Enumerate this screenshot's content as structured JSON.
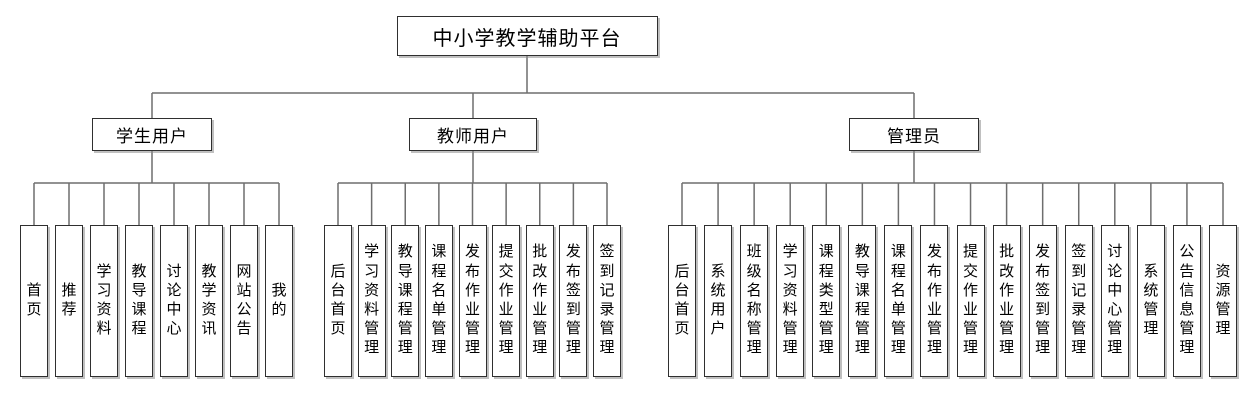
{
  "diagram_title": "中小学教学辅助平台",
  "tree": {
    "root": "中小学教学辅助平台",
    "groups": [
      {
        "label": "学生用户",
        "children": [
          "首页",
          "推荐",
          "学习资料",
          "教导课程",
          "讨论中心",
          "教学资讯",
          "网站公告",
          "我的"
        ]
      },
      {
        "label": "教师用户",
        "children": [
          "后台首页",
          "学习资料管理",
          "教导课程管理",
          "课程名单管理",
          "发布作业管理",
          "提交作业管理",
          "批改作业管理",
          "发布签到管理",
          "签到记录管理"
        ]
      },
      {
        "label": "管理员",
        "children": [
          "后台首页",
          "系统用户",
          "班级名称管理",
          "学习资料管理",
          "课程类型管理",
          "教导课程管理",
          "课程名单管理",
          "发布作业管理",
          "提交作业管理",
          "批改作业管理",
          "发布签到管理",
          "签到记录管理",
          "讨论中心管理",
          "系统管理",
          "公告信息管理",
          "资源管理"
        ]
      }
    ]
  },
  "colors": {
    "background": "#ffffff",
    "box_fill": "#ffffff",
    "box_border": "#2f2f2f",
    "line": "#6e6e6e",
    "text": "#000000"
  }
}
